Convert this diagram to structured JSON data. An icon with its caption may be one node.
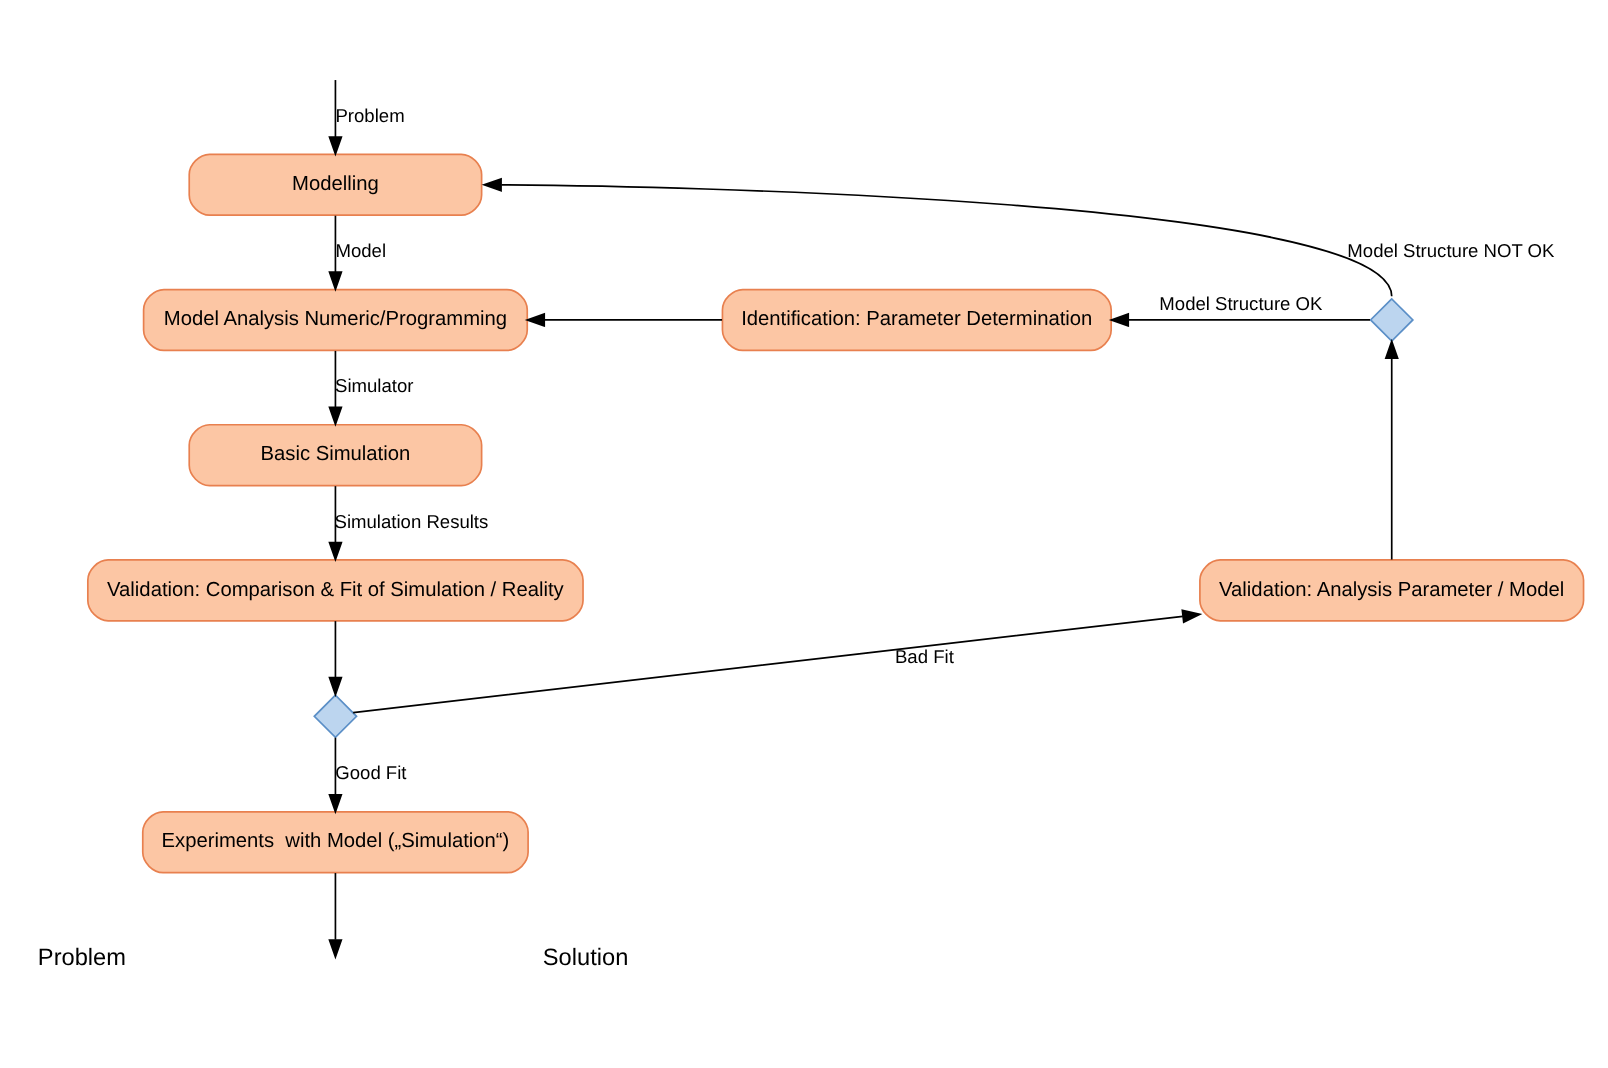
{
  "diagram": {
    "nodes": [
      {
        "text": [
          "Modelling"
        ]
      },
      {
        "text": [
          "Model Analysis Numeric/Programming"
        ]
      },
      {
        "text": [
          "Basic Simulation"
        ]
      },
      {
        "text": [
          "Validation: Comparison & Fit of Simulation / Reality"
        ]
      },
      {
        "text": [],
        "shape": "diamond"
      },
      {
        "text": [
          "Experiments  with Model („Simulation“)"
        ]
      },
      {
        "text": [
          "Validation: Analysis Parameter / Model"
        ]
      },
      {
        "text": [],
        "shape": "diamond"
      },
      {
        "text": [
          "Identification: Parameter Determination"
        ]
      }
    ],
    "edges": [
      {
        "from": null,
        "to": 0,
        "arrow": "to",
        "label": "Problem"
      },
      {
        "from": 0,
        "to": 1,
        "arrow": "to",
        "label": "Model"
      },
      {
        "from": 1,
        "to": 2,
        "arrow": "to",
        "label": "Simulator"
      },
      {
        "from": 2,
        "to": 3,
        "arrow": "to",
        "label": "Simulation Results"
      },
      {
        "from": 3,
        "to": 4,
        "arrow": "to"
      },
      {
        "from": 4,
        "to": 5,
        "arrow": "to",
        "label": "Good Fit"
      },
      {
        "from": 4,
        "to": 6,
        "arrow": "to",
        "label": "Bad Fit"
      },
      {
        "from": 6,
        "to": 7,
        "arrow": "to"
      },
      {
        "from": 7,
        "to": 0,
        "arrow": "to",
        "label": "Model Structure NOT OK"
      },
      {
        "from": 7,
        "to": 8,
        "arrow": "to",
        "label": "Model Structure OK"
      },
      {
        "from": 8,
        "to": 1,
        "arrow": "to"
      },
      {
        "from": 5,
        "to": null,
        "arrow": "to"
      }
    ],
    "labels": [
      "Problem",
      "Solution"
    ]
  }
}
